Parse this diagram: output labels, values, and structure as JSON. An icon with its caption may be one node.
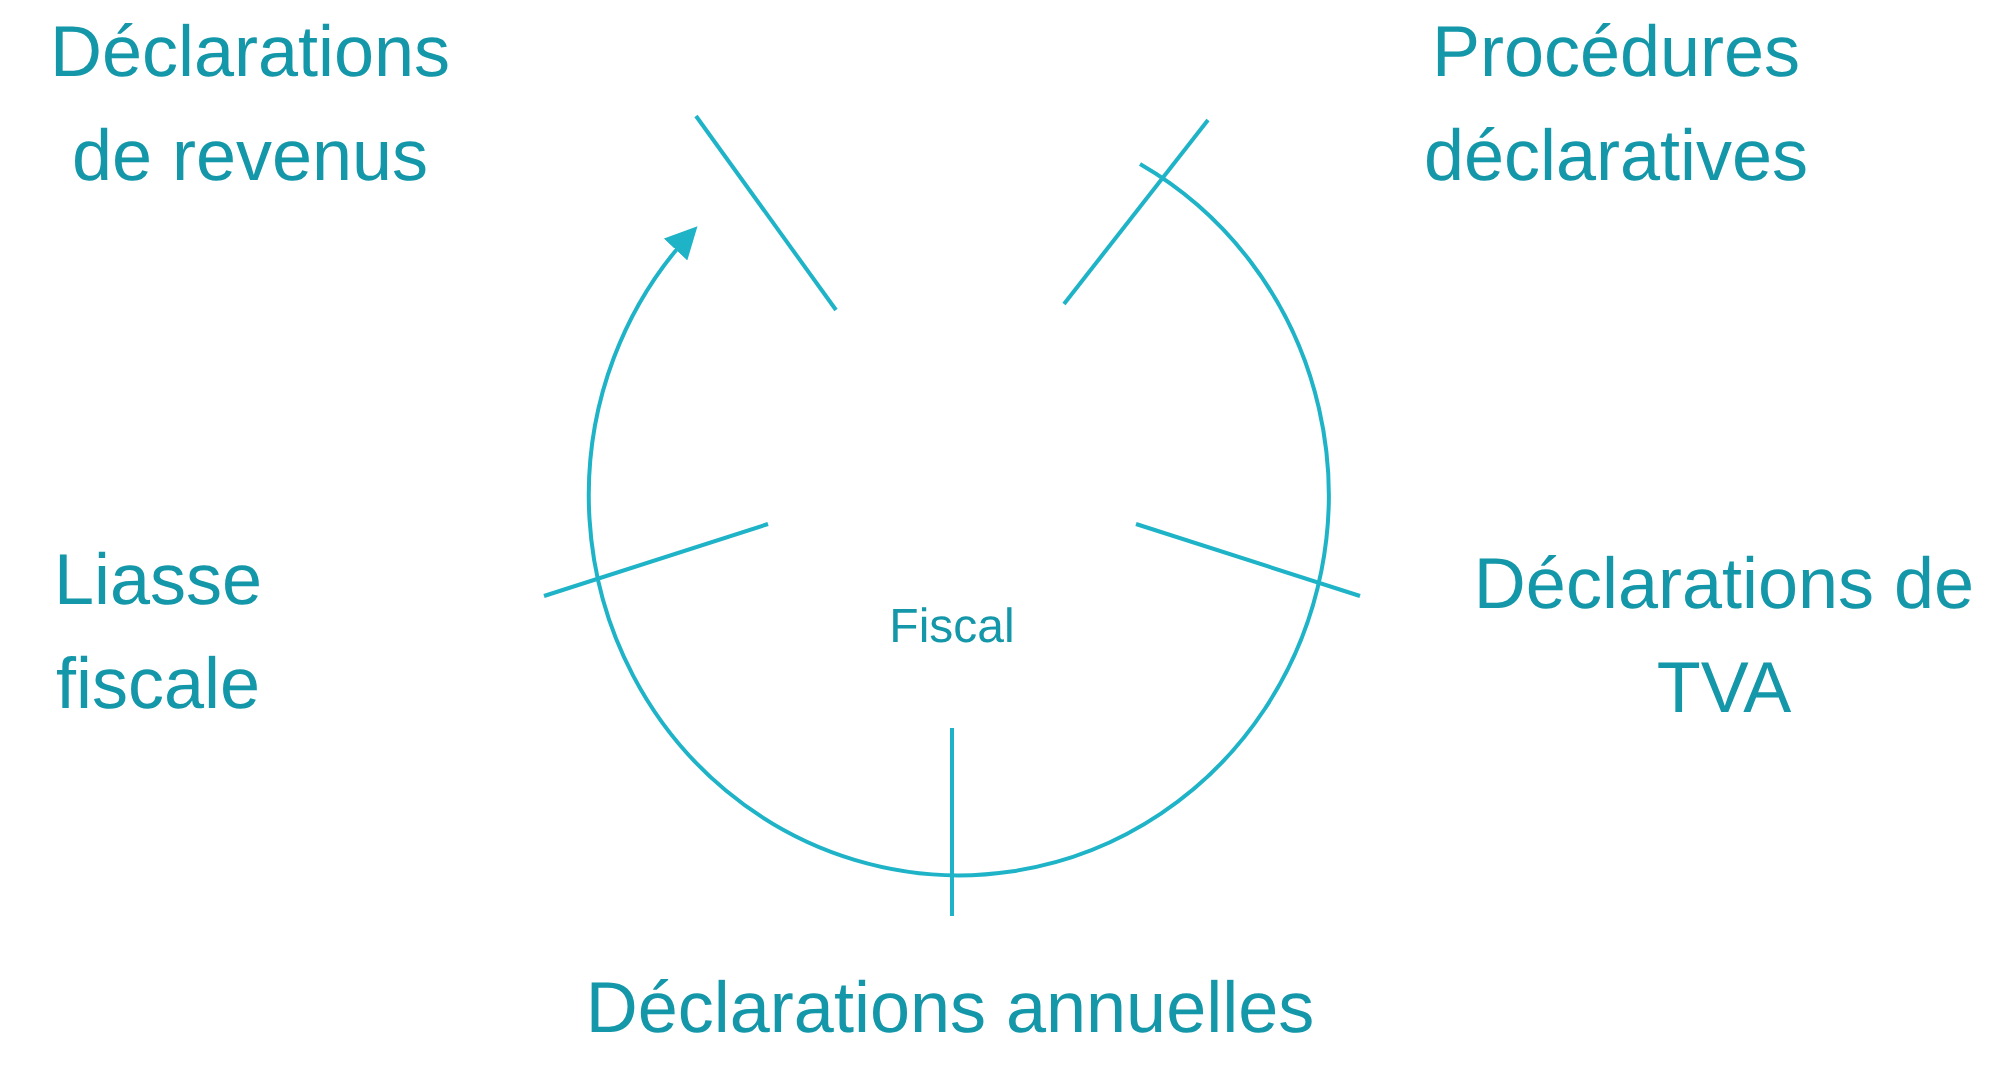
{
  "diagram": {
    "labels": [
      "Déclarations de revenus",
      "Procédures déclaratives",
      "Liasse fiscale",
      "Fiscal",
      "Déclarations de TVA",
      "Déclarations annuelles"
    ]
  }
}
